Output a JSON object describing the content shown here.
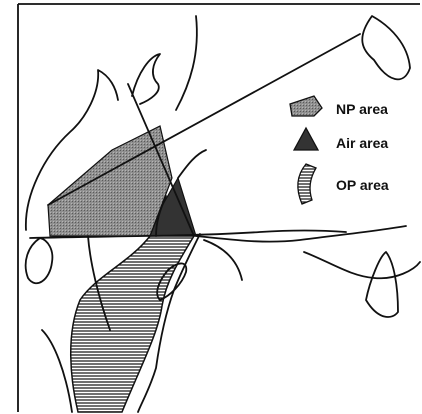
{
  "legend": {
    "items": [
      {
        "key": "np",
        "label": "NP area",
        "fill": "#8f8f8f"
      },
      {
        "key": "air",
        "label": "Air area",
        "fill": "#333333"
      },
      {
        "key": "op",
        "label": "OP area",
        "fill": "hatched"
      }
    ]
  },
  "colors": {
    "line": "#111111",
    "np_fill": "#8f8f8f",
    "air_fill": "#333333",
    "background": "#ffffff"
  }
}
